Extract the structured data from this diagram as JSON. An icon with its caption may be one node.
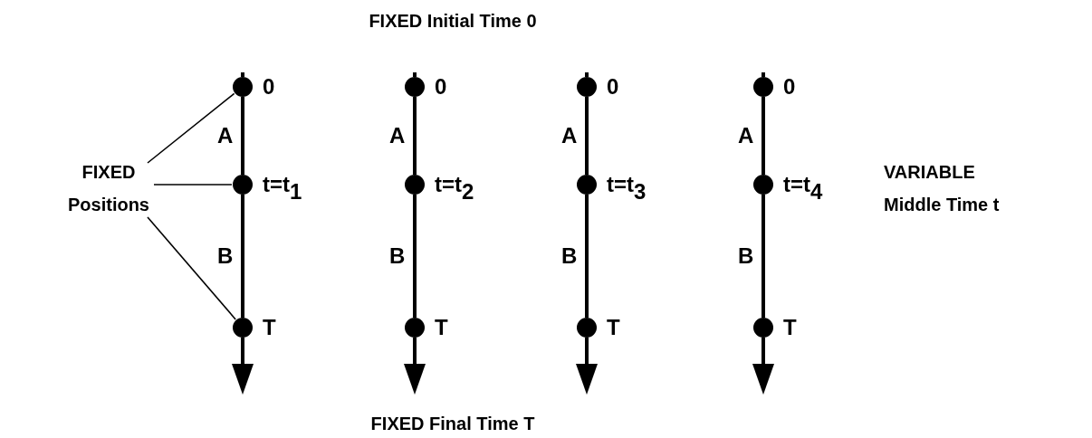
{
  "diagram": {
    "title": "FIXED Initial Time 0",
    "nodes": [
      {
        "text": [
          "FIXED Positions"
        ]
      },
      {
        "text": [],
        "shape": "circle",
        "beside": [
          "0"
        ]
      },
      {
        "text": [],
        "shape": "circle",
        "beside": [
          "t=t$_{1}$"
        ]
      },
      {
        "text": [],
        "shape": "circle",
        "beside": [
          "T"
        ]
      },
      {
        "text": [],
        "shape": "circle",
        "beside": [
          "0"
        ]
      },
      {
        "text": [],
        "shape": "circle",
        "beside": [
          "t=t$_{2}$"
        ]
      },
      {
        "text": [],
        "shape": "circle",
        "beside": [
          "T"
        ]
      },
      {
        "text": [],
        "shape": "circle",
        "beside": [
          "0"
        ]
      },
      {
        "text": [],
        "shape": "circle",
        "beside": [
          "t=t$_{3}$"
        ]
      },
      {
        "text": [],
        "shape": "circle",
        "beside": [
          "T"
        ]
      },
      {
        "text": [],
        "shape": "circle",
        "beside": [
          "0"
        ]
      },
      {
        "text": [],
        "shape": "circle",
        "beside": [
          "t=t$_{4}$"
        ]
      },
      {
        "text": [],
        "shape": "circle",
        "beside": [
          "T"
        ]
      }
    ],
    "edges": [
      {
        "from": null,
        "to": 1,
        "arrow": "none"
      },
      {
        "from": 1,
        "to": 2,
        "arrow": "none",
        "label": "A"
      },
      {
        "from": 2,
        "to": 3,
        "arrow": "none",
        "label": "B"
      },
      {
        "from": 3,
        "to": null,
        "arrow": "to"
      },
      {
        "from": null,
        "to": 4,
        "arrow": "none"
      },
      {
        "from": 4,
        "to": 5,
        "arrow": "none",
        "label": "A"
      },
      {
        "from": 5,
        "to": 6,
        "arrow": "none",
        "label": "B"
      },
      {
        "from": 6,
        "to": null,
        "arrow": "to"
      },
      {
        "from": null,
        "to": 7,
        "arrow": "none"
      },
      {
        "from": 7,
        "to": 8,
        "arrow": "none",
        "label": "A"
      },
      {
        "from": 8,
        "to": 9,
        "arrow": "none",
        "label": "B"
      },
      {
        "from": 9,
        "to": null,
        "arrow": "to"
      },
      {
        "from": null,
        "to": 10,
        "arrow": "none"
      },
      {
        "from": 10,
        "to": 11,
        "arrow": "none",
        "label": "A"
      },
      {
        "from": 11,
        "to": 12,
        "arrow": "none",
        "label": "B"
      },
      {
        "from": 12,
        "to": null,
        "arrow": "to"
      },
      {
        "from": 0,
        "to": 1,
        "arrow": "none"
      },
      {
        "from": 0,
        "to": 2,
        "arrow": "none"
      },
      {
        "from": 0,
        "to": 3,
        "arrow": "none"
      }
    ],
    "labels": [
      "VARIABLE Middle Time t",
      "FIXED Final Time T"
    ]
  }
}
